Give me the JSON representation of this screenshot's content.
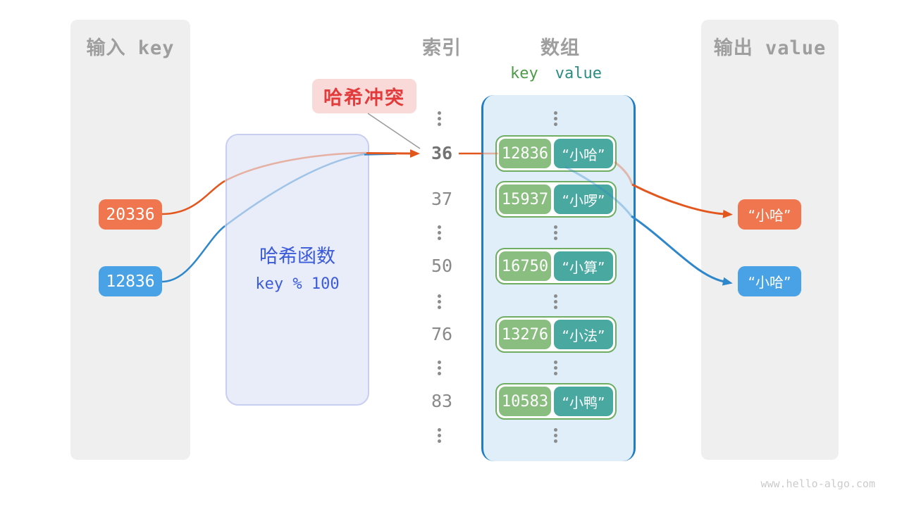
{
  "watermark": "www.hello-algo.com",
  "colors": {
    "key_orange": "#f0764f",
    "key_blue": "#49a2e6",
    "arrow_orange": "#e2571e",
    "arrow_blue": "#2f87cb",
    "bucket_key_green": "#8abd80",
    "bucket_value_teal": "#49a8a0",
    "array_border_blue": "#1f7dc6",
    "hash_text_blue": "#3b5bd9",
    "collision_red": "#e23b3b"
  },
  "icons": {
    "ellipsis": "vertical-dots"
  },
  "input_panel": {
    "title": "输入 key",
    "keys": [
      {
        "text": "20336"
      },
      {
        "text": "12836"
      }
    ]
  },
  "hash_function": {
    "name": "哈希函数",
    "formula": "key % 100"
  },
  "collision_label": {
    "text": "哈希冲突"
  },
  "headers": {
    "index": "索引",
    "array": "数组",
    "key": "key",
    "value": "value"
  },
  "index_column": {
    "numbers": [
      "36",
      "37",
      "50",
      "76",
      "83"
    ]
  },
  "array_rows": [
    {
      "key": "12836",
      "value": "“小哈”"
    },
    {
      "key": "15937",
      "value": "“小啰”"
    },
    {
      "key": "16750",
      "value": "“小算”"
    },
    {
      "key": "13276",
      "value": "“小法”"
    },
    {
      "key": "10583",
      "value": "“小鸭”"
    }
  ],
  "output_panel": {
    "title": "输出 value",
    "values": [
      {
        "text": "“小哈”"
      },
      {
        "text": "“小哈”"
      }
    ]
  }
}
